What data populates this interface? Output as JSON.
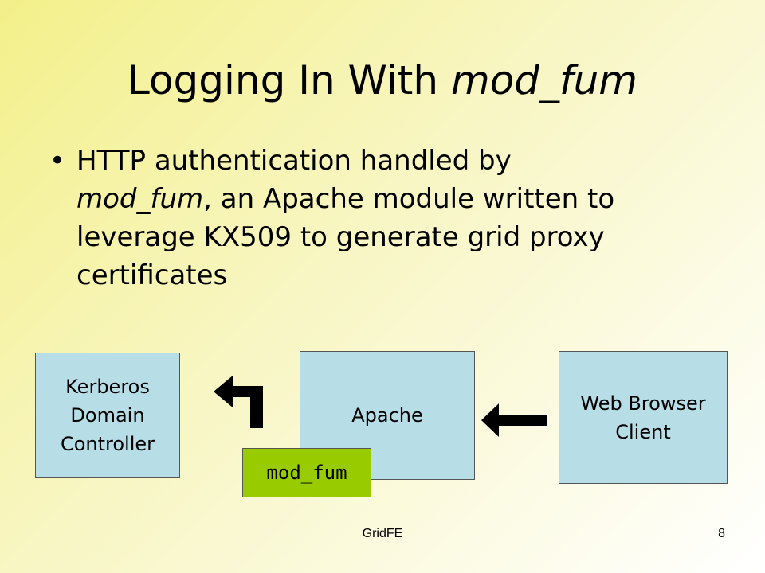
{
  "slide": {
    "title_plain": "Logging In With ",
    "title_italic": "mod_fum",
    "bullet": {
      "marker": "•",
      "italic_start": "mod_fum",
      "text_before": "HTTP authentication handled by",
      "text_after": ", an Apache module written to leverage KX509 to generate grid proxy certificates"
    }
  },
  "diagram": {
    "boxes": {
      "kdc": "Kerberos\nDomain\nController",
      "apache": "Apache",
      "browser": "Web Browser\nClient",
      "mod_fum": "mod_fum"
    },
    "arrows": {
      "browser_to_apache": "left-arrow",
      "apache_to_kdc": "bent-up-left-arrow"
    },
    "colors": {
      "box_fill": "#b7dde6",
      "module_fill": "#99cc00"
    }
  },
  "footer": {
    "center": "GridFE",
    "page": "8"
  }
}
